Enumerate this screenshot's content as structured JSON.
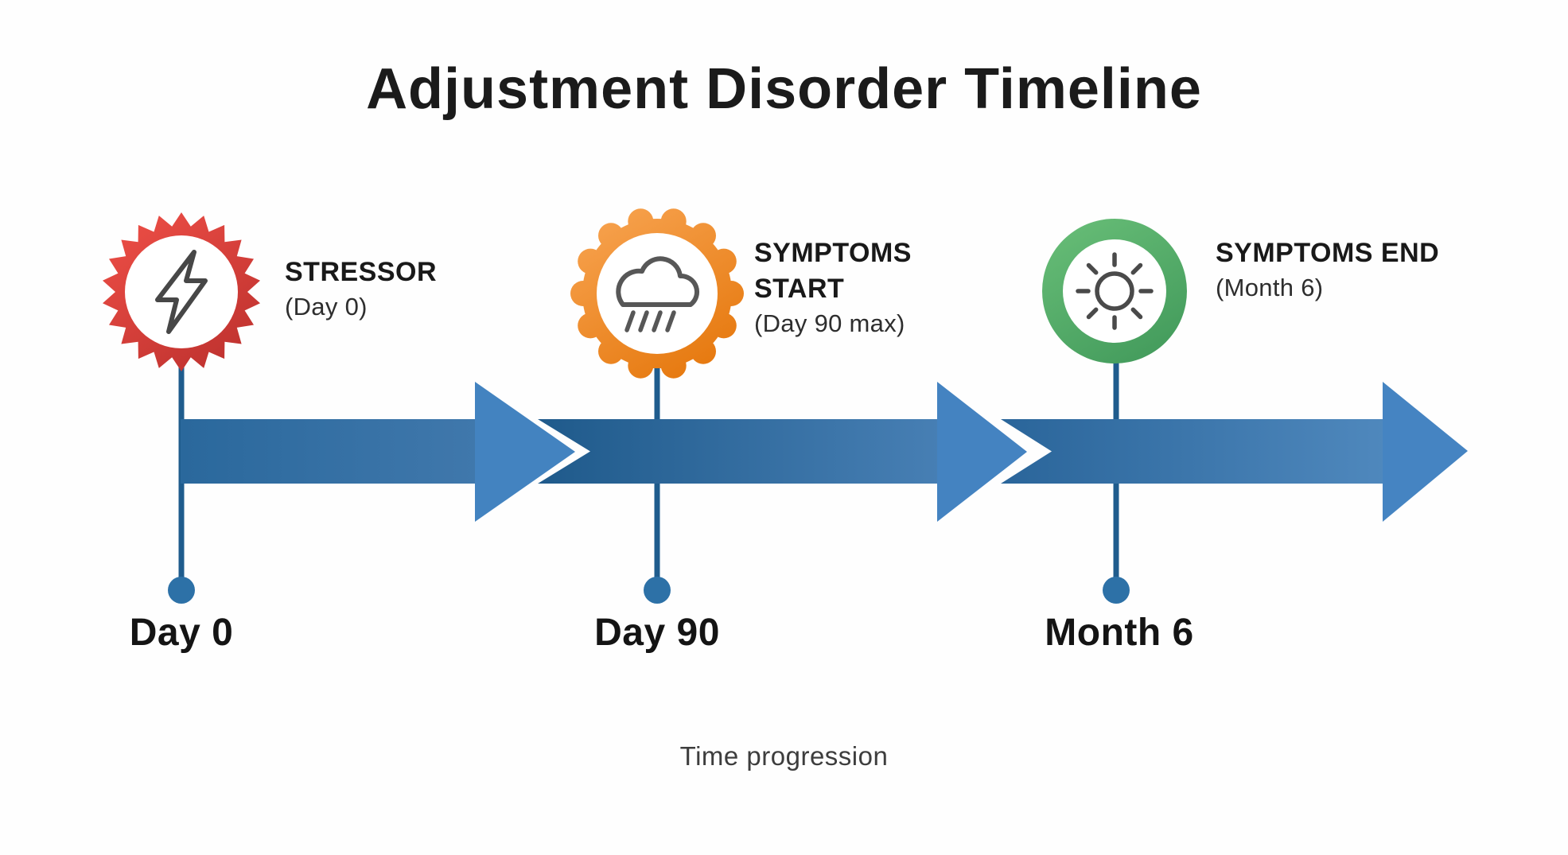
{
  "title": "Adjustment Disorder Timeline",
  "caption": "Time progression",
  "colors": {
    "arrow_body_dark": "#1f5a8b",
    "arrow_body_light": "#4f88bd",
    "arrow_head": "#4483c1",
    "stem": "#1f5c8d",
    "dot": "#2d71a7",
    "stressor_red": "#d93a34",
    "symptoms_start_orange": "#ee8c2a",
    "symptoms_end_green": "#54ae6a",
    "text": "#1b1b1b"
  },
  "milestones": [
    {
      "label": "STRESSOR",
      "sublabel": "(Day 0)",
      "axis_label": "Day 0",
      "icon": "lightning-bolt-icon",
      "badge_shape": "starburst",
      "badge_color": "#d93a34"
    },
    {
      "label": "SYMPTOMS START",
      "sublabel": "(Day 90 max)",
      "axis_label": "Day 90",
      "icon": "rain-cloud-icon",
      "badge_shape": "scalloped-seal",
      "badge_color": "#ee8c2a"
    },
    {
      "label": "SYMPTOMS END",
      "sublabel": "(Month 6)",
      "axis_label": "Month 6",
      "icon": "sun-icon",
      "badge_shape": "ring",
      "badge_color": "#54ae6a"
    }
  ]
}
